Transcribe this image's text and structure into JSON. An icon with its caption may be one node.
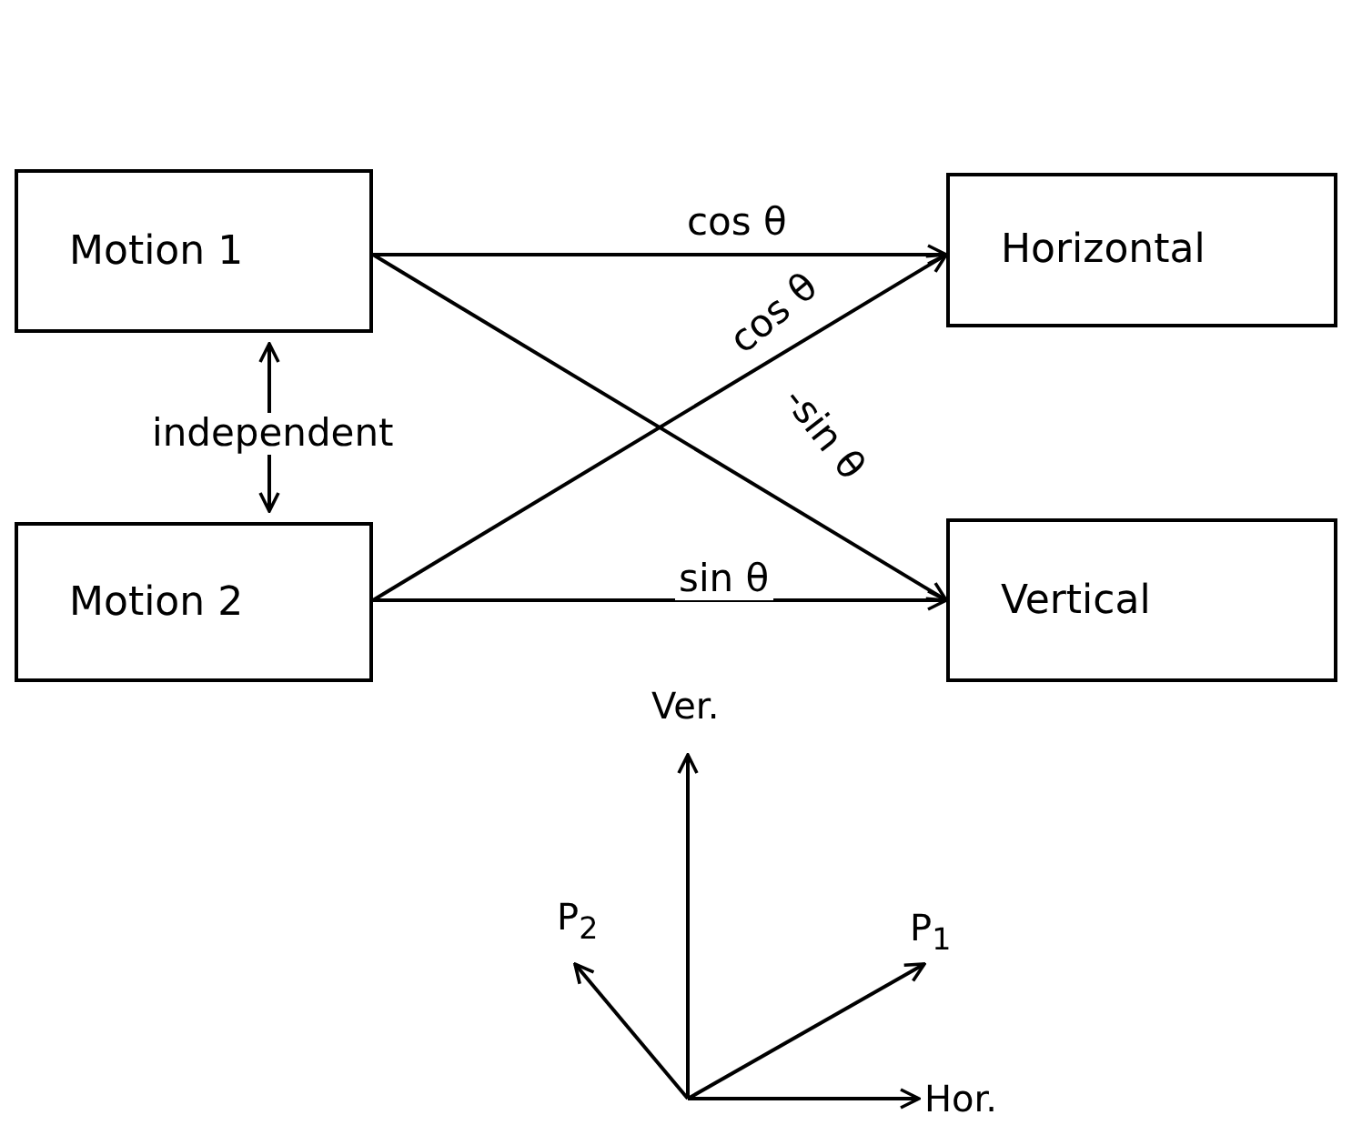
{
  "diagram": {
    "nodes": [
      {
        "text": [
          "Motion 1"
        ]
      },
      {
        "text": [
          "Horizontal"
        ]
      },
      {
        "text": [
          "Motion 2"
        ]
      },
      {
        "text": [
          "Vertical"
        ]
      }
    ],
    "edges": [
      {
        "from": 0,
        "to": 1,
        "arrow": "to",
        "label": "cos θ"
      },
      {
        "from": 2,
        "to": 1,
        "arrow": "to",
        "label": "cos θ"
      },
      {
        "from": 0,
        "to": 3,
        "arrow": "to",
        "label": "-sin θ"
      },
      {
        "from": 2,
        "to": 3,
        "arrow": "to",
        "label": "sin θ"
      },
      {
        "from": 0,
        "to": 2,
        "arrow": "both",
        "label": "independent"
      }
    ],
    "labels": [
      "Ver.",
      "P$_{2}$",
      "P$_{1}$",
      "Hor."
    ]
  }
}
